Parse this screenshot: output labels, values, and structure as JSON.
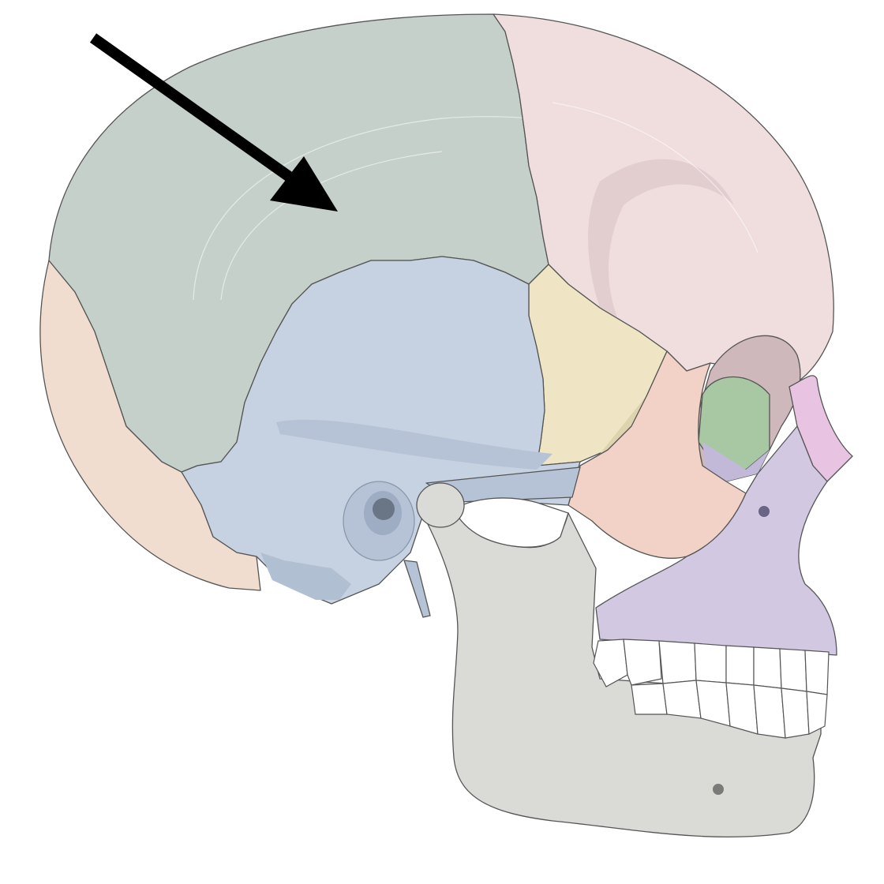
{
  "figure": {
    "type": "lateral skull anatomy illustration",
    "highlighted_region": "parietal bone",
    "colors": {
      "background": "#ffffff",
      "parietal": "#c6d0ca",
      "frontal": "#f0dede",
      "occipital": "#f0ddd0",
      "temporal": "#c6d2e2",
      "sphenoid": "#efe5c5",
      "zygomatic": "#f2d2c6",
      "maxilla": "#d2c8e2",
      "nasal": "#e8c4e2",
      "orbit_inner": "#a8c8a4",
      "mandible": "#dadad6",
      "teeth": "#ffffff",
      "arrow": "#000000",
      "outline": "#555555"
    },
    "icons": [
      "arrow-pointer"
    ]
  }
}
